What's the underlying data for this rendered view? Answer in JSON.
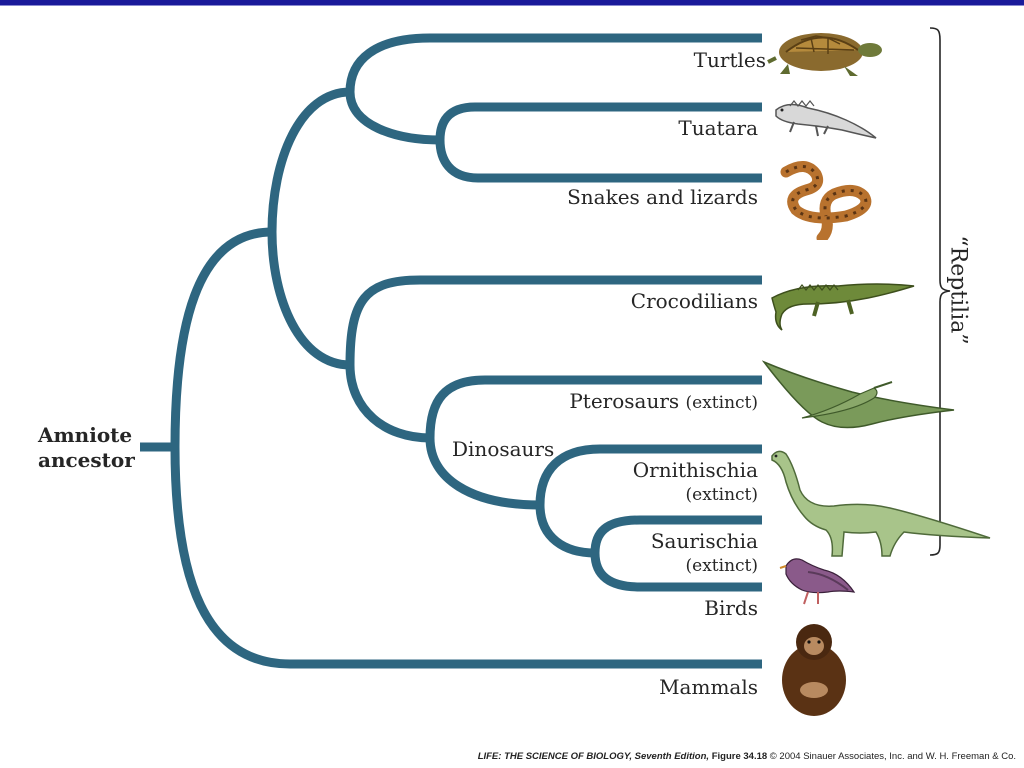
{
  "taxa": {
    "turtles": "Turtles",
    "tuatara": "Tuatara",
    "snakes_lizards": "Snakes and lizards",
    "crocodilians": "Crocodilians",
    "pterosaurs": "Pterosaurs",
    "pterosaurs_note": "(extinct)",
    "dinosaurs": "Dinosaurs",
    "ornithischia": "Ornithischia",
    "ornithischia_note": "(extinct)",
    "saurischia": "Saurischia",
    "saurischia_note": "(extinct)",
    "birds": "Birds",
    "mammals": "Mammals"
  },
  "root": {
    "line1": "Amniote",
    "line2": "ancestor"
  },
  "bracket_label": "“Reptilia”",
  "caption": {
    "book": "LIFE: THE SCIENCE OF BIOLOGY, Seventh Edition,",
    "figure": "Figure 34.18",
    "rights": "© 2004 Sinauer Associates, Inc. and W. H. Freeman & Co."
  },
  "colors": {
    "branch": "#2e6680",
    "top_bar": "#1a1a9a"
  },
  "icons": [
    "turtle-illustration",
    "tuatara-illustration",
    "snake-illustration",
    "crocodile-illustration",
    "pterosaur-illustration",
    "sauropod-illustration",
    "pigeon-illustration",
    "chimpanzee-illustration"
  ]
}
